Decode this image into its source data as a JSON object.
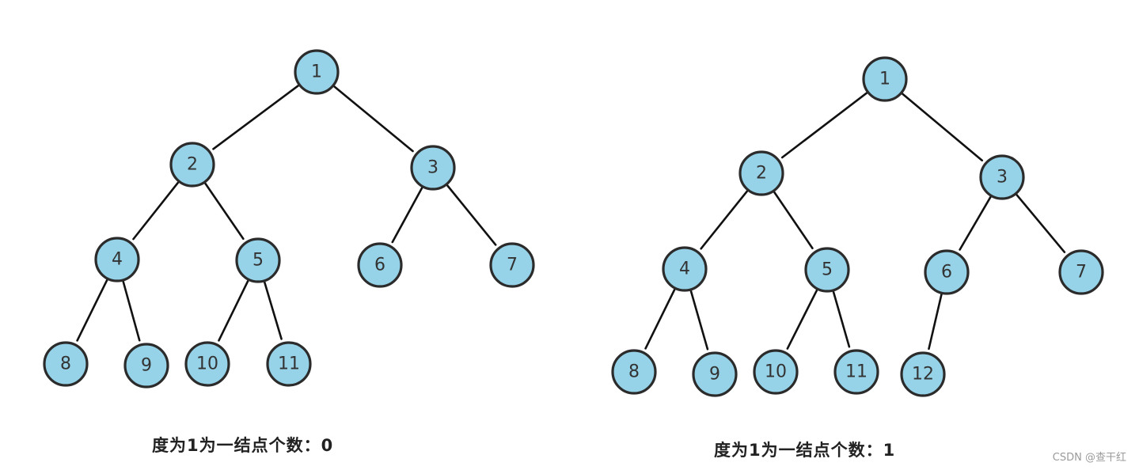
{
  "colors": {
    "node_fill": "#96d3e8",
    "node_stroke": "#2b2b2b",
    "edge": "#111111"
  },
  "trees": [
    {
      "nodes": [
        "1",
        "2",
        "3",
        "4",
        "5",
        "6",
        "7",
        "8",
        "9",
        "10",
        "11"
      ],
      "edges": [
        [
          "1",
          "2"
        ],
        [
          "1",
          "3"
        ],
        [
          "2",
          "4"
        ],
        [
          "2",
          "5"
        ],
        [
          "3",
          "6"
        ],
        [
          "3",
          "7"
        ],
        [
          "4",
          "8"
        ],
        [
          "4",
          "9"
        ],
        [
          "5",
          "10"
        ],
        [
          "5",
          "11"
        ]
      ],
      "caption": "度为1为一结点个数：0"
    },
    {
      "nodes": [
        "1",
        "2",
        "3",
        "4",
        "5",
        "6",
        "7",
        "8",
        "9",
        "10",
        "11",
        "12"
      ],
      "edges": [
        [
          "1",
          "2"
        ],
        [
          "1",
          "3"
        ],
        [
          "2",
          "4"
        ],
        [
          "2",
          "5"
        ],
        [
          "3",
          "6"
        ],
        [
          "3",
          "7"
        ],
        [
          "4",
          "8"
        ],
        [
          "4",
          "9"
        ],
        [
          "5",
          "10"
        ],
        [
          "5",
          "11"
        ],
        [
          "6",
          "12"
        ]
      ],
      "caption": "度为1为一结点个数：1"
    }
  ],
  "watermark": "CSDN @查干红"
}
